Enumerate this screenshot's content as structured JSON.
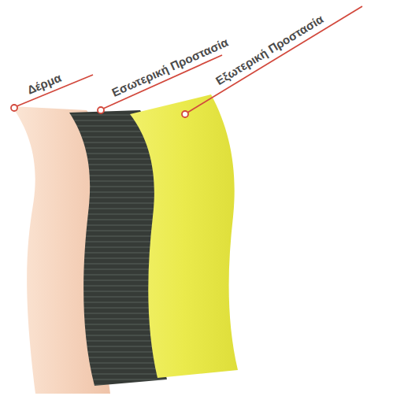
{
  "diagram": {
    "labels": [
      "Δέρμα",
      "Εσωτερική Προστασία",
      "Εξωτερική Προστασία"
    ]
  }
}
